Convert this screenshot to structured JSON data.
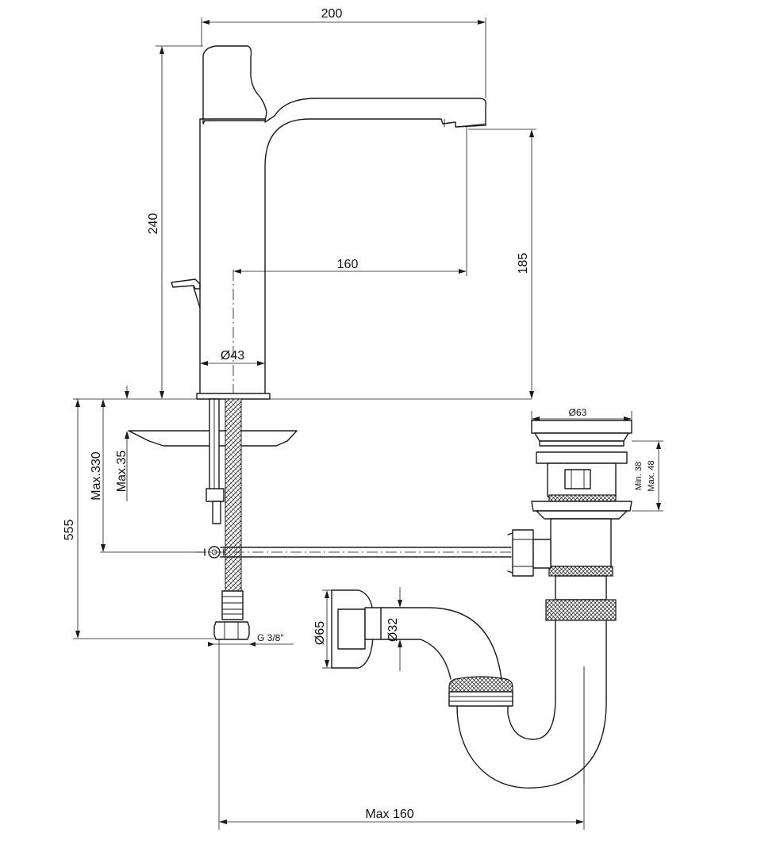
{
  "dimensions": {
    "faucet_width": "200",
    "faucet_height": "240",
    "spout_reach": "160",
    "spout_height": "185",
    "base_diameter": "Ø43",
    "overall_depth": "555",
    "max_depth": "Max.330",
    "deck_thickness": "Max.35",
    "inlet_thread": "G 3/8\"",
    "waste_diameter": "Ø63",
    "waste_min": "Min. 38",
    "waste_max": "Max. 48",
    "outlet_flange_diameter": "Ø65",
    "outlet_pipe_diameter": "Ø32",
    "trap_reach": "Max 160"
  },
  "colors": {
    "line": "#1a1a1a",
    "background": "#ffffff"
  }
}
